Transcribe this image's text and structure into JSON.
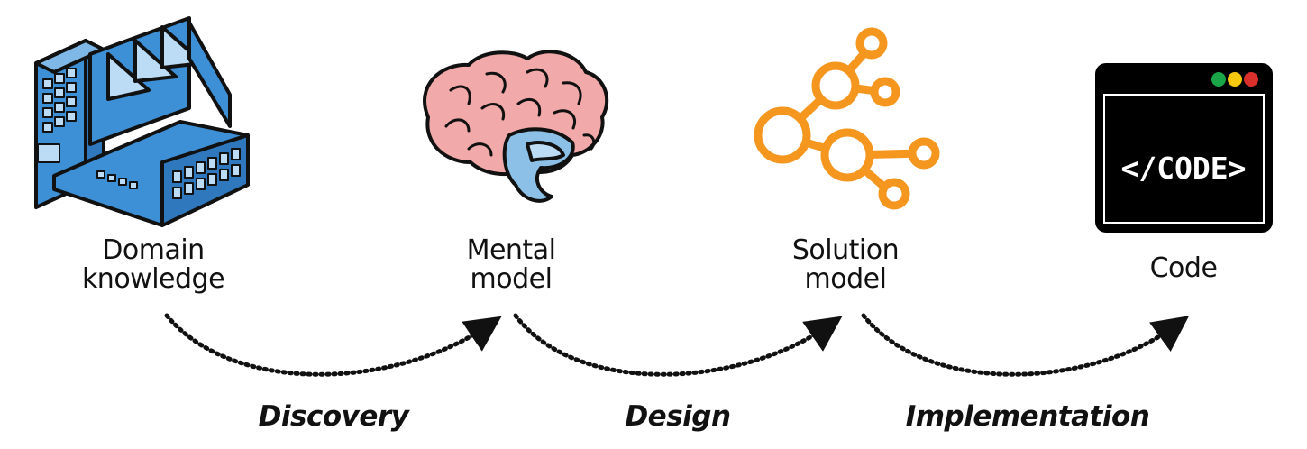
{
  "nodes": [
    {
      "id": "domain",
      "line1": "Domain",
      "line2": "knowledge",
      "icon": "factory-icon"
    },
    {
      "id": "mental",
      "line1": "Mental",
      "line2": "model",
      "icon": "brain-icon"
    },
    {
      "id": "solution",
      "line1": "Solution",
      "line2": "model",
      "icon": "network-nodes-icon"
    },
    {
      "id": "code",
      "line1": "Code",
      "line2": "",
      "icon": "code-window-icon"
    }
  ],
  "phases": [
    {
      "id": "discovery",
      "label": "Discovery"
    },
    {
      "id": "design",
      "label": "Design"
    },
    {
      "id": "implementation",
      "label": "Implementation"
    }
  ],
  "code_window": {
    "text": "</CODE>"
  },
  "colors": {
    "factory_blue": "#3d8fd6",
    "factory_light": "#bcdcf5",
    "brain_pink": "#f2a9a9",
    "brain_blue": "#8cc0e6",
    "network_orange": "#f5961f",
    "code_bg": "#000000",
    "dot_green": "#1aa548",
    "dot_yellow": "#f6c90e",
    "dot_red": "#d9302c"
  }
}
